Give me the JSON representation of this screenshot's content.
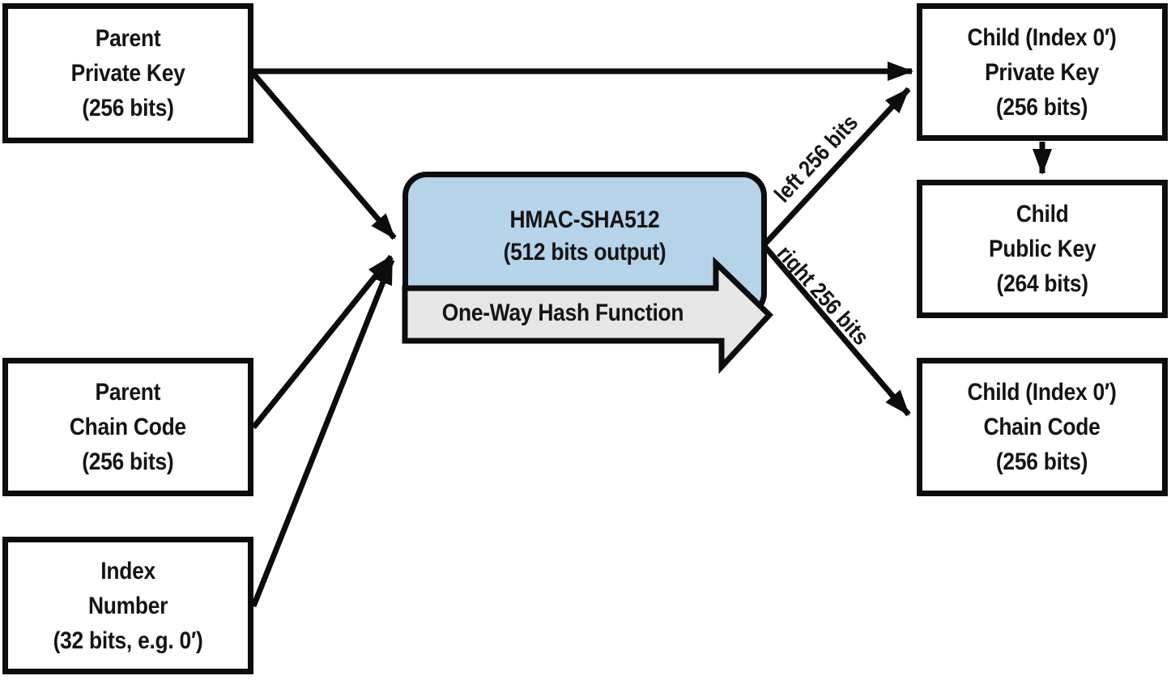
{
  "diagram": {
    "boxes": {
      "parent_private_key": {
        "lines": [
          "Parent",
          "Private Key",
          "(256 bits)"
        ]
      },
      "parent_chain_code": {
        "lines": [
          "Parent",
          "Chain Code",
          "(256 bits)"
        ]
      },
      "index_number": {
        "lines": [
          "Index",
          "Number",
          "(32 bits, e.g. 0′)"
        ]
      },
      "child_private_key": {
        "lines": [
          "Child (Index 0′)",
          "Private Key",
          "(256 bits)"
        ]
      },
      "child_public_key": {
        "lines": [
          "Child",
          "Public Key",
          "(264 bits)"
        ]
      },
      "child_chain_code": {
        "lines": [
          "Child (Index 0′)",
          "Chain Code",
          "(256 bits)"
        ]
      }
    },
    "hmac": {
      "lines": [
        "HMAC-SHA512",
        "(512 bits output)"
      ]
    },
    "one_way_label": "One-Way Hash Function",
    "edge_labels": {
      "left": "left 256 bits",
      "right": "right 256 bits"
    },
    "colors": {
      "hmac_fill": "#b5d3e9",
      "hash_arrow_fill": "#e6e6e6",
      "line": "#0d0d0d",
      "box_fill": "#ffffff"
    }
  }
}
